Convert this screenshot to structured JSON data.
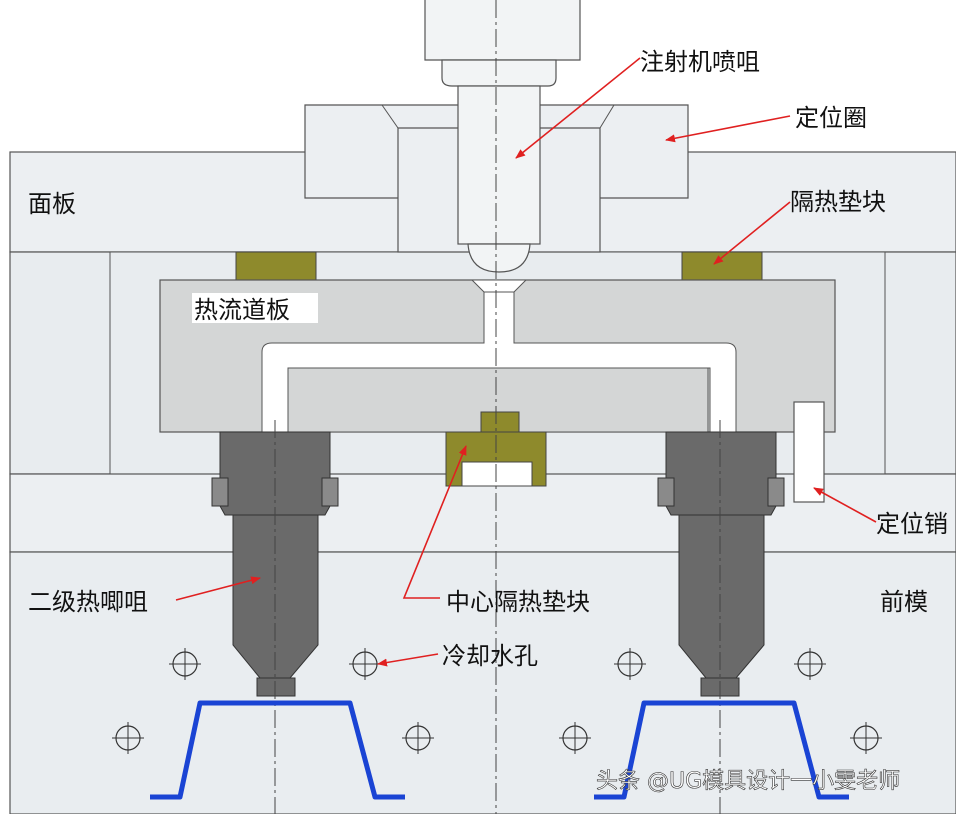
{
  "labels": {
    "nozzle": "注射机喷咀",
    "locating_ring": "定位圈",
    "top_plate": "面板",
    "insulation_pad": "隔热垫块",
    "manifold": "热流道板",
    "locating_pin": "定位销",
    "secondary_nozzle": "二级热唧咀",
    "center_pad": "中心隔热垫块",
    "front_mold": "前模",
    "cooling_hole": "冷却水孔"
  },
  "watermark": "头条 @UG模具设计一小雯老师",
  "colors": {
    "plate_fill": "#e9edf0",
    "manifold_fill": "#d4d6d6",
    "nozzle_fill": "#6a6a6a",
    "pad_fill": "#8e8a2c",
    "part_outline": "#1a44d4",
    "arrow": "#e02020",
    "line": "#555555"
  }
}
